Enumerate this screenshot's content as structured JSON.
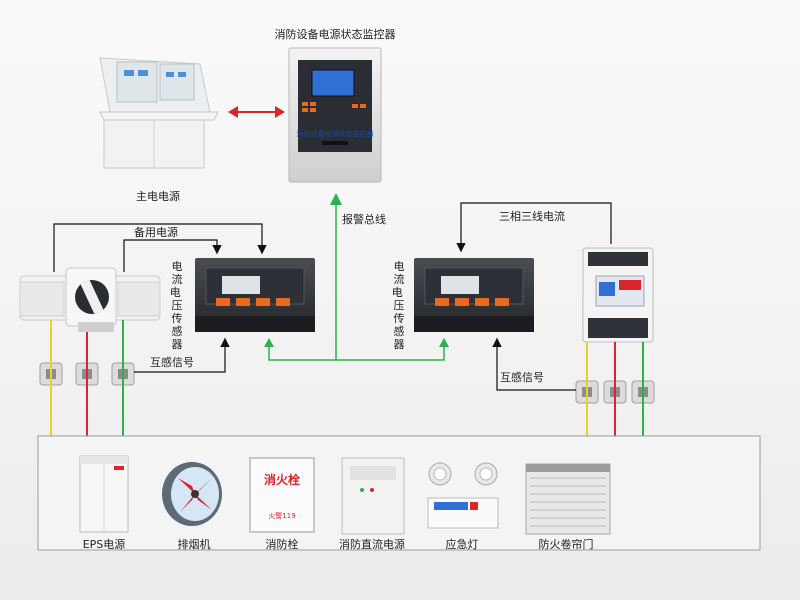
{
  "labels": {
    "monitor_title": "消防设备电源状态监控器",
    "monitor_panel_text": "消防设备电源状态监控器",
    "main_power": "主电电源",
    "alarm_bus": "报警总线",
    "backup_power": "备用电源",
    "three_phase_current": "三相三线电流",
    "sensor_left": "电流电压传感器",
    "sensor_right": "电流电压传感器",
    "mutual_signal_left": "互感信号",
    "mutual_signal_right": "互感信号"
  },
  "devices": [
    {
      "id": "eps",
      "label": "EPS电源"
    },
    {
      "id": "fan",
      "label": "排烟机"
    },
    {
      "id": "hydrant",
      "label": "消防栓"
    },
    {
      "id": "dc_power",
      "label": "消防直流电源"
    },
    {
      "id": "emergency_light",
      "label": "应急灯"
    },
    {
      "id": "shutter",
      "label": "防火卷帘门"
    }
  ],
  "hydrant_box": {
    "title": "消火栓",
    "phone": "火警119"
  },
  "colors": {
    "line_black": "#111111",
    "line_green": "#2bb24c",
    "line_red": "#d9262b",
    "line_yellow": "#e8d22a",
    "arrow_red": "#d9262b",
    "panel_screen": "#2f6fd6",
    "panel_button": "#e86a1c"
  }
}
